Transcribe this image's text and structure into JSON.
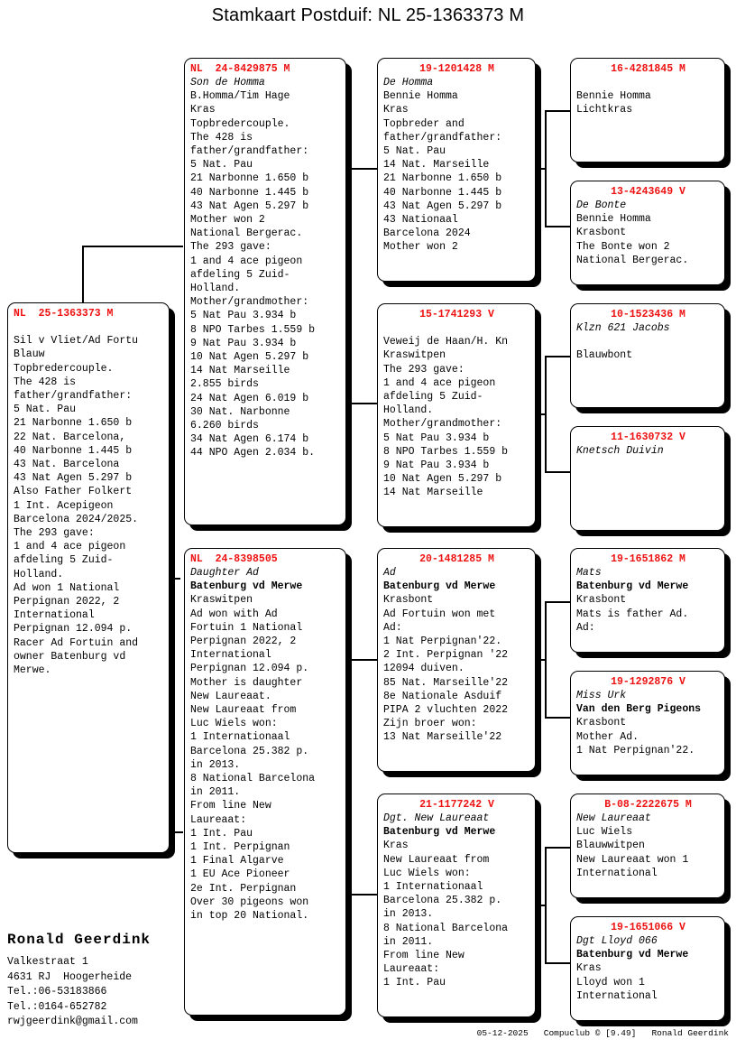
{
  "title": "Stamkaart Postduif: NL  25-1363373 M",
  "subject": {
    "ring": "NL  25-1363373 M",
    "lines": [
      "",
      "Sil v Vliet/Ad Fortu",
      "Blauw",
      "Topbredercouple.",
      "The 428 is",
      "father/grandfather:",
      "5 Nat. Pau",
      "21 Narbonne 1.650 b",
      "22 Nat. Barcelona,",
      "40 Narbonne 1.445 b",
      "43 Nat. Barcelona",
      "43 Nat Agen 5.297 b",
      "Also Father Folkert",
      "1 Int. Acepigeon",
      "Barcelona 2024/2025.",
      "The 293 gave:",
      "1 and 4 ace pigeon",
      "afdeling 5 Zuid-",
      "Holland.",
      "Ad won 1 National",
      "Perpignan 2022, 2",
      "International",
      "Perpignan 12.094 p.",
      "Racer Ad Fortuin and",
      "owner Batenburg vd",
      "Merwe."
    ]
  },
  "father": {
    "ring": "NL  24-8429875 M",
    "lines": [
      "Son de Homma",
      "B.Homma/Tim Hage",
      "Kras",
      "Topbredercouple.",
      "The 428 is",
      "father/grandfather:",
      "5 Nat. Pau",
      "21 Narbonne 1.650 b",
      "40 Narbonne 1.445 b",
      "43 Nat Agen 5.297 b",
      "Mother won 2",
      "National Bergerac.",
      "The 293 gave:",
      "1 and 4 ace pigeon",
      "afdeling 5 Zuid-",
      "Holland.",
      "Mother/grandmother:",
      "5 Nat Pau 3.934 b",
      "8 NPO Tarbes 1.559 b",
      "9 Nat Pau 3.934 b",
      "10 Nat Agen 5.297 b",
      "14 Nat Marseille",
      "2.855 birds",
      "24 Nat Agen 6.019 b",
      "30 Nat. Narbonne",
      "6.260 birds",
      "34 Nat Agen 6.174 b",
      "44 NPO Agen 2.034 b."
    ]
  },
  "mother": {
    "ring": "NL  24-8398505",
    "lines": [
      "Daughter Ad",
      "Batenburg vd Merwe",
      "Kraswitpen",
      "Ad won with Ad",
      "Fortuin 1 National",
      "Perpignan 2022, 2",
      "International",
      "Perpignan 12.094 p.",
      "Mother is daughter",
      "New Laureaat.",
      "New Laureaat from",
      "Luc Wiels won:",
      "1 Internationaal",
      "Barcelona 25.382 p.",
      "in 2013.",
      "8 National Barcelona",
      "in 2011.",
      "From line New",
      "Laureaat:",
      "1 Int. Pau",
      "1 Int. Perpignan",
      "1 Final Algarve",
      "1 EU Ace Pioneer",
      "2e Int. Perpignan",
      "Over 30 pigeons won",
      "in top 20 National."
    ]
  },
  "gen3": [
    {
      "ring": "19-1201428 M",
      "lines": [
        "De Homma",
        "Bennie Homma",
        "Kras",
        "Topbreder and",
        "father/grandfather:",
        "5 Nat. Pau",
        "14 Nat. Marseille",
        "21 Narbonne 1.650 b",
        "40 Narbonne 1.445 b",
        "43 Nat Agen 5.297 b",
        "43 Nationaal",
        "Barcelona 2024",
        "Mother won 2"
      ]
    },
    {
      "ring": "15-1741293 V",
      "lines": [
        "",
        "Veweij de Haan/H. Kn",
        "Kraswitpen",
        "The 293 gave:",
        "1 and 4 ace pigeon",
        "afdeling 5 Zuid-",
        "Holland.",
        "Mother/grandmother:",
        "5 Nat Pau 3.934 b",
        "8 NPO Tarbes 1.559 b",
        "9 Nat Pau 3.934 b",
        "10 Nat Agen 5.297 b",
        "14 Nat Marseille"
      ]
    },
    {
      "ring": "20-1481285 M",
      "lines": [
        "Ad",
        "Batenburg vd Merwe",
        "Krasbont",
        "Ad Fortuin won met",
        "Ad:",
        "1 Nat Perpignan'22.",
        "2 Int. Perpignan '22",
        "12094 duiven.",
        "85 Nat. Marseille'22",
        "8e Nationale Asduif",
        "PIPA 2 vluchten 2022",
        "Zijn broer won:",
        "13 Nat Marseille'22"
      ]
    },
    {
      "ring": "21-1177242 V",
      "lines": [
        "Dgt. New Laureaat",
        "Batenburg vd Merwe",
        "Kras",
        "New Laureaat from",
        "Luc Wiels won:",
        "1 Internationaal",
        "Barcelona 25.382 p.",
        "in 2013.",
        "8 National Barcelona",
        "in 2011.",
        "From line New",
        "Laureaat:",
        "1 Int. Pau"
      ]
    }
  ],
  "gen4": [
    {
      "ring": "16-4281845 M",
      "lines": [
        "",
        "Bennie Homma",
        "Lichtkras"
      ]
    },
    {
      "ring": "13-4243649 V",
      "lines": [
        "De Bonte",
        "Bennie Homma",
        "Krasbont",
        "The Bonte won 2",
        "National Bergerac."
      ]
    },
    {
      "ring": "10-1523436 M",
      "lines": [
        "Klzn 621 Jacobs",
        "",
        "Blauwbont"
      ]
    },
    {
      "ring": "11-1630732 V",
      "lines": [
        "Knetsch Duivin"
      ]
    },
    {
      "ring": "19-1651862 M",
      "lines": [
        "Mats",
        "Batenburg vd Merwe",
        "Krasbont",
        "Mats is father Ad.",
        "Ad:"
      ]
    },
    {
      "ring": "19-1292876 V",
      "lines": [
        "Miss Urk",
        "Van den Berg Pigeons",
        "Krasbont",
        "Mother Ad.",
        "1 Nat Perpignan'22."
      ]
    },
    {
      "ring": "B-08-2222675 M",
      "lines": [
        "New Laureaat",
        "Luc Wiels",
        "Blauwwitpen",
        "New Laureaat won 1",
        "International"
      ]
    },
    {
      "ring": "19-1651066 V",
      "lines": [
        "Dgt Lloyd 066",
        "Batenburg vd Merwe",
        "Kras",
        "Lloyd won 1",
        "International"
      ]
    }
  ],
  "owner": {
    "name": "Ronald Geerdink",
    "address_lines": [
      "Valkestraat 1",
      "4631 RJ  Hoogerheide",
      "Tel.:06-53183866",
      "Tel.:0164-652782",
      "rwjgeerdink@gmail.com"
    ]
  },
  "footer": "05-12-2025   Compuclub © [9.49]   Ronald Geerdink",
  "colors": {
    "ring_red": "#ee1111",
    "text_black": "#000000",
    "page_background": "#ffffff"
  }
}
